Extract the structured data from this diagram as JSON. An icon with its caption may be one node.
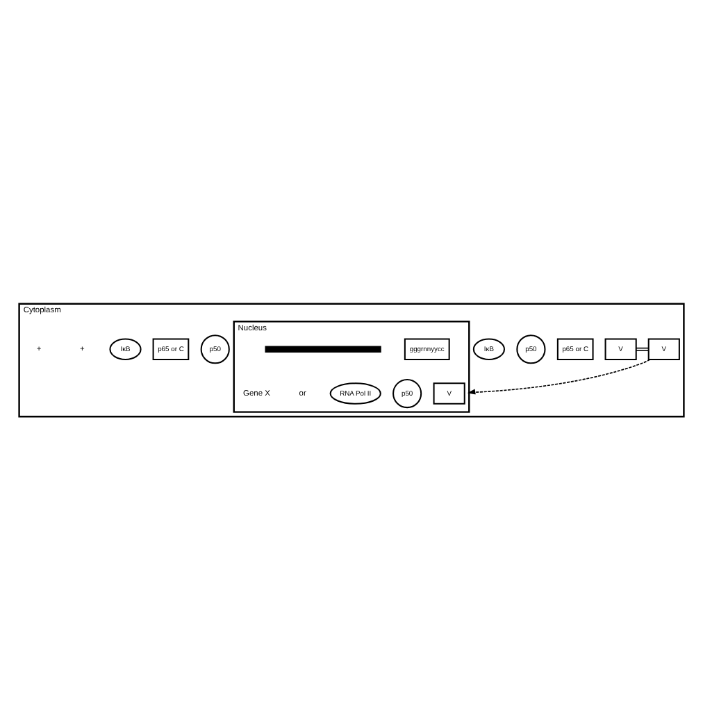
{
  "diagram": {
    "nodes": [
      {
        "text": [
          "Cytoplasm"
        ]
      },
      {
        "text": [
          "V"
        ],
        "in": 0
      },
      {
        "text": [
          "p65 or C"
        ],
        "in": 0
      },
      {
        "text": [
          "p50"
        ],
        "in": 0
      },
      {
        "text": [
          "IκB"
        ],
        "in": 0
      },
      {
        "text": [
          "V"
        ],
        "in": 0
      },
      {
        "text": [
          "p50"
        ],
        "in": 0
      },
      {
        "text": [
          "p65 or C"
        ],
        "in": 0
      },
      {
        "text": [
          "IκB"
        ],
        "in": 0
      },
      {
        "text": [
          "Nucleus"
        ],
        "in": 0
      },
      {
        "text": [
          "V"
        ],
        "in": 9
      },
      {
        "text": [
          "p50"
        ],
        "in": 9
      },
      {
        "text": [
          "RNA Pol II"
        ],
        "in": 9
      },
      {
        "text": [
          "gggrnnyycc"
        ],
        "in": 9
      },
      {
        "text": [],
        "shape": "bar",
        "in": 9
      }
    ],
    "edges": [
      {
        "from": 1,
        "to": 5,
        "arrow": "none"
      },
      {
        "from": 5,
        "to": 9,
        "arrow": "to",
        "style": "dashed"
      }
    ],
    "labels": [
      "+",
      "+",
      "or",
      "Gene X"
    ]
  }
}
